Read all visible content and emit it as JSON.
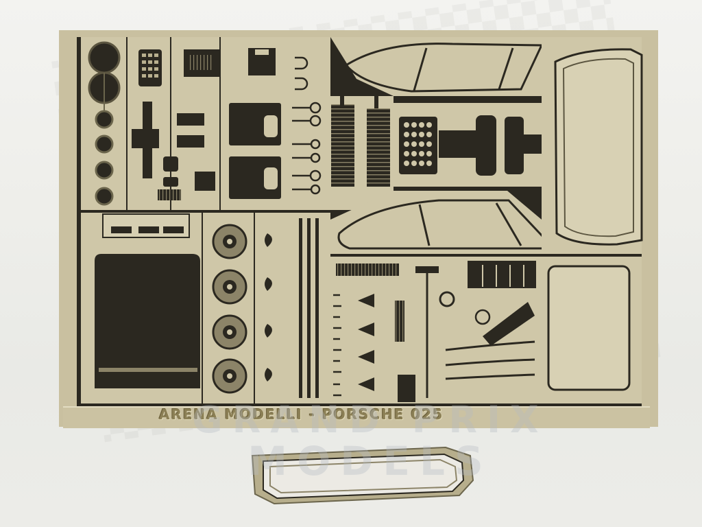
{
  "photo": {
    "fret_engraving": "ARENA MODELLI - PORSCHE 025",
    "watermark": {
      "line1": "GRAND PRIX",
      "line2": "MODELS"
    }
  },
  "colors": {
    "brass": "#c9c0a0",
    "brass_dark": "#2b2820",
    "brass_light": "#ddd6ba",
    "background": "#eeeeea"
  }
}
